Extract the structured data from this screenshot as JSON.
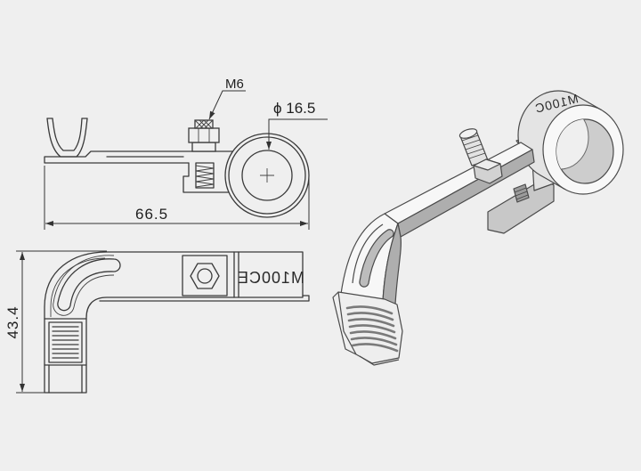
{
  "drawing": {
    "front_view": {
      "bolt_thread_label": "M6",
      "ring_diameter_label": "ϕ 16.5",
      "length_dimension": "66.5"
    },
    "top_view": {
      "width_dimension": "43.4",
      "part_marking": "M100CE"
    },
    "iso_view": {
      "part_marking": "M100C"
    }
  },
  "colors": {
    "background": "#efefef",
    "line": "#3a3a3a"
  }
}
